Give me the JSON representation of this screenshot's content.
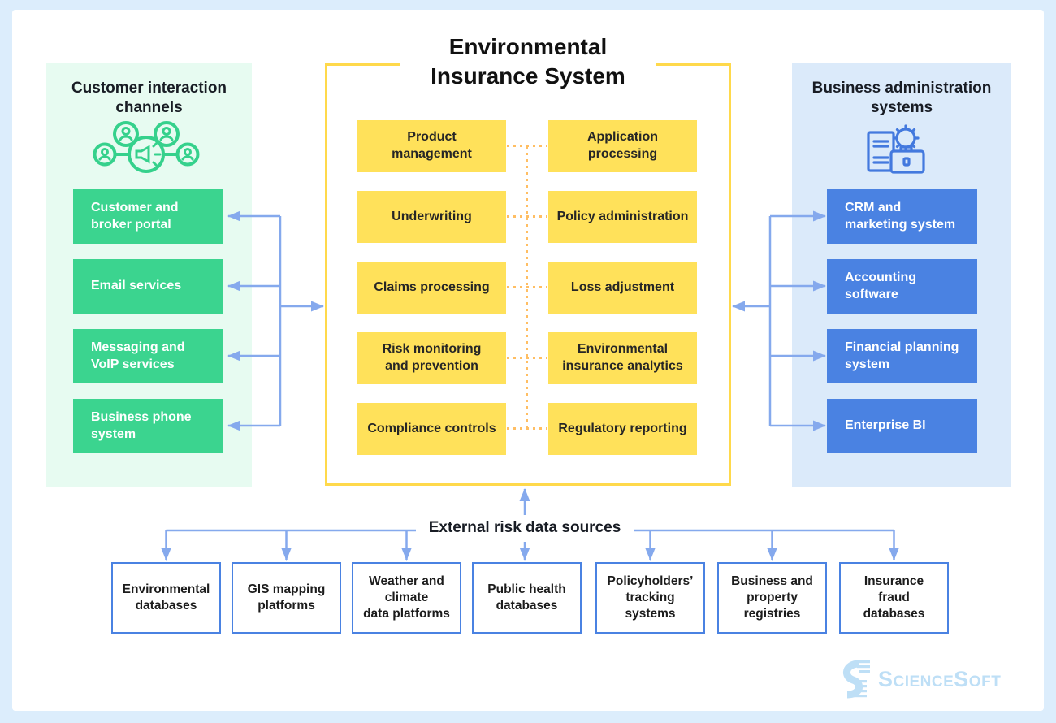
{
  "page": {
    "background_color": "#DCEDFC",
    "card_color": "#FFFFFF"
  },
  "center_panel": {
    "title": "Environmental\nInsurance System",
    "border_color": "#FFD94B",
    "box_color": "#FFE15A",
    "dotted_connector_color": "#FFBE63",
    "left_column": [
      "Product\nmanagement",
      "Underwriting",
      "Claims processing",
      "Risk monitoring\nand prevention",
      "Compliance controls"
    ],
    "right_column": [
      "Application\nprocessing",
      "Policy administration",
      "Loss adjustment",
      "Environmental\ninsurance analytics",
      "Regulatory reporting"
    ]
  },
  "left_panel": {
    "title": "Customer interaction\nchannels",
    "background_color": "#E7FBF1",
    "box_color": "#3BD48F",
    "icon": "communication-network-icon",
    "items": [
      "Customer and\nbroker portal",
      "Email services",
      "Messaging and\nVoIP services",
      "Business phone\nsystem"
    ]
  },
  "right_panel": {
    "title": "Business administration\nsystems",
    "background_color": "#DBEAFA",
    "box_color": "#4A82E2",
    "icon": "business-admin-icon",
    "items": [
      "CRM and\nmarketing system",
      "Accounting\nsoftware",
      "Financial planning\nsystem",
      "Enterprise BI"
    ]
  },
  "external_sources": {
    "label": "External risk data sources",
    "items": [
      "Environmental\ndatabases",
      "GIS mapping\nplatforms",
      "Weather and\nclimate\ndata platforms",
      "Public health\ndatabases",
      "Policyholders’\ntracking\nsystems",
      "Business and\nproperty\nregistries",
      "Insurance\nfraud\ndatabases"
    ]
  },
  "connectors": {
    "arrow_color": "#85A9ED"
  },
  "branding": {
    "logo_text": "ScienceSoft"
  }
}
